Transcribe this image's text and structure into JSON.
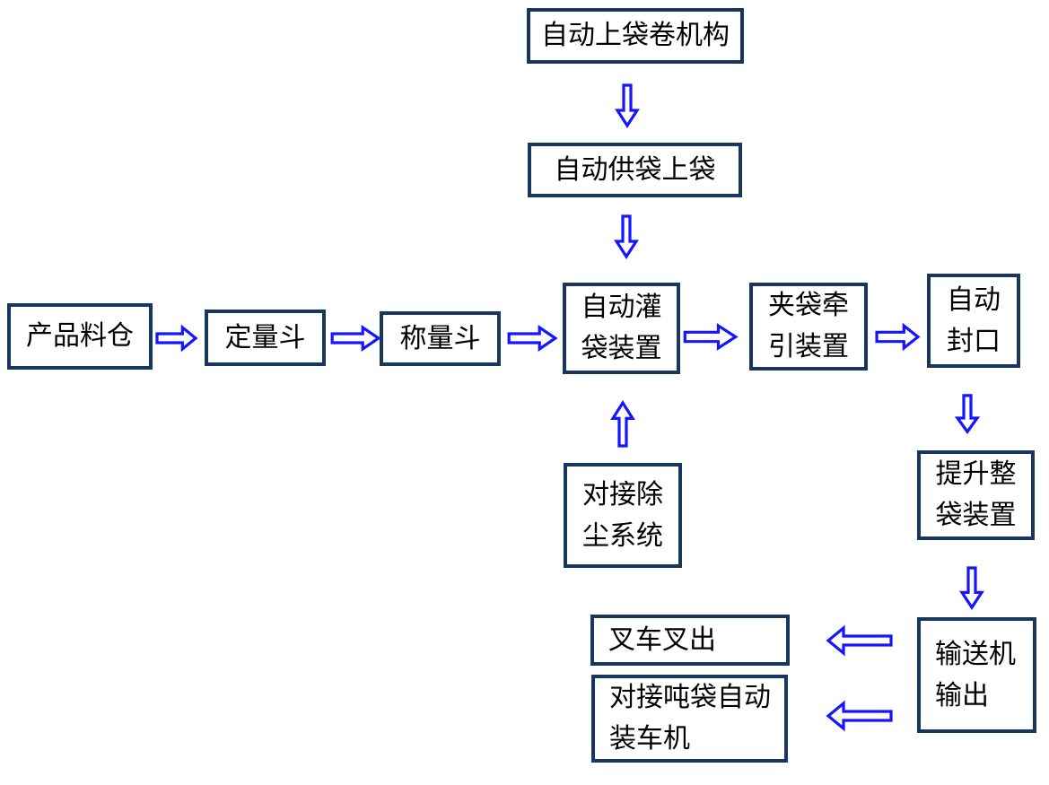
{
  "colors": {
    "box_border": "#17375e",
    "arrow_blue": "#1515ff",
    "text": "#000000",
    "background": "#ffffff"
  },
  "nodes": {
    "auto_bag_roll": {
      "label": "自动上袋卷机构",
      "lines": [
        "自动上袋卷机构"
      ]
    },
    "auto_bag_supply": {
      "label": "自动供袋上袋",
      "lines": [
        "自动供袋上袋"
      ]
    },
    "product_silo": {
      "label": "产品料仓",
      "lines": [
        "产品料仓"
      ]
    },
    "quantitative_hopper": {
      "label": "定量斗",
      "lines": [
        "定量斗"
      ]
    },
    "weighing_hopper": {
      "label": "称量斗",
      "lines": [
        "称量斗"
      ]
    },
    "auto_filling": {
      "label": "自动灌袋装置",
      "lines": [
        "自动灌",
        "袋装置"
      ]
    },
    "bag_pulling": {
      "label": "夹袋牵引装置",
      "lines": [
        "夹袋牵",
        "引装置"
      ]
    },
    "auto_sealing": {
      "label": "自动封口",
      "lines": [
        "自动",
        "封口"
      ]
    },
    "dust_docking": {
      "label": "对接除尘系统",
      "lines": [
        "对接除",
        "尘系统"
      ]
    },
    "bag_lifting": {
      "label": "提升整袋装置",
      "lines": [
        "提升整",
        "袋装置"
      ]
    },
    "conveyor_output": {
      "label": "输送机输出",
      "lines": [
        "输送机",
        "输出"
      ]
    },
    "forklift_out": {
      "label": "叉车叉出",
      "lines": [
        "叉车叉出"
      ]
    },
    "truck_loader": {
      "label": "对接吨袋自动装车机",
      "lines": [
        "对接吨袋自动",
        "装车机"
      ]
    }
  },
  "flow": {
    "connections": [
      {
        "from": "自动上袋卷机构",
        "to": "自动供袋上袋",
        "direction": "down"
      },
      {
        "from": "自动供袋上袋",
        "to": "自动灌袋装置",
        "direction": "down"
      },
      {
        "from": "产品料仓",
        "to": "定量斗",
        "direction": "right"
      },
      {
        "from": "定量斗",
        "to": "称量斗",
        "direction": "right"
      },
      {
        "from": "称量斗",
        "to": "自动灌袋装置",
        "direction": "right"
      },
      {
        "from": "自动灌袋装置",
        "to": "夹袋牵引装置",
        "direction": "right"
      },
      {
        "from": "夹袋牵引装置",
        "to": "自动封口",
        "direction": "right"
      },
      {
        "from": "对接除尘系统",
        "to": "自动灌袋装置",
        "direction": "up"
      },
      {
        "from": "自动封口",
        "to": "提升整袋装置",
        "direction": "down"
      },
      {
        "from": "提升整袋装置",
        "to": "输送机输出",
        "direction": "down"
      },
      {
        "from": "输送机输出",
        "to": "叉车叉出",
        "direction": "left"
      },
      {
        "from": "输送机输出",
        "to": "对接吨袋自动装车机",
        "direction": "left"
      }
    ]
  }
}
